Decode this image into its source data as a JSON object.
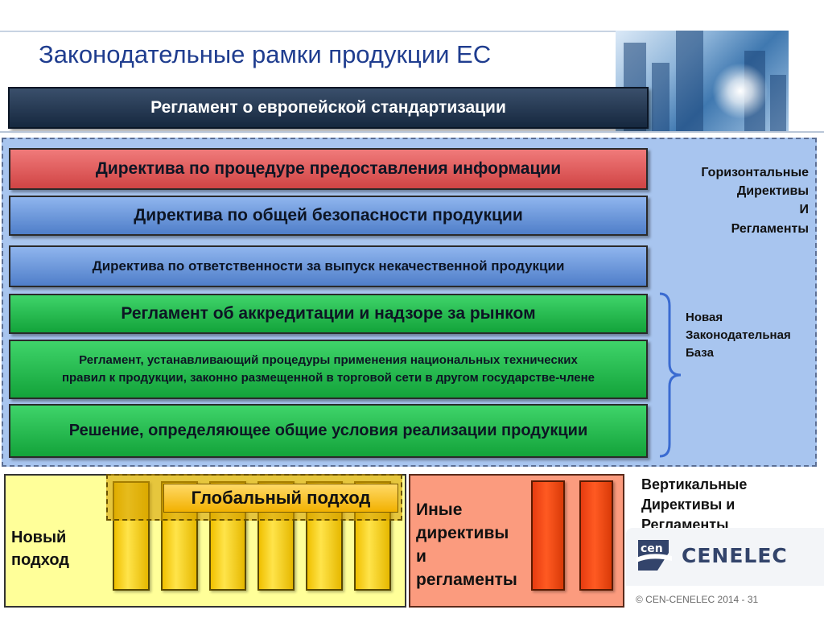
{
  "title": "Законодательные рамки продукции ЕС",
  "regulation_bar": "Регламент о европейской стандартизации",
  "bars": {
    "info_procedure": "Директива по процедуре предоставления информации",
    "product_safety": "Директива по общей безопасности продукции",
    "liability": "Директива по ответственности  за выпуск некачественной продукции",
    "accreditation": "Регламент об аккредитации и надзоре за рынком",
    "mutual_recognition_line1": "Регламент, устанавливающий процедуры применения национальных технических",
    "mutual_recognition_line2": "правил к продукции, законно размещенной в торговой сети в другом государстве-члене",
    "marketing_decision": "Решение, определяющее общие условия реализации продукции"
  },
  "horizontal_label": {
    "line1": "Горизонтальные",
    "line2": "Директивы",
    "line3": "И",
    "line4": "Регламенты"
  },
  "new_legislative_framework": {
    "line1": "Новая",
    "line2": "Законодательная",
    "line3": "База"
  },
  "global_approach": "Глобальный подход",
  "new_approach": {
    "line1": "Новый",
    "line2": "подход"
  },
  "other": {
    "line1": "Иные",
    "line2": "директивы",
    "line3": "и",
    "line4": "регламенты"
  },
  "vertical_label": {
    "line1": "Вертикальные",
    "line2": "Директивы и",
    "line3": "Регламенты"
  },
  "logo": {
    "cen": "cen",
    "cenelec": "CENELEC"
  },
  "footer": "© CEN-CENELEC 2014 - 31",
  "colors": {
    "title": "#1f3d8f",
    "red_bar": "#d04444",
    "blue_bar": "#4f7ec9",
    "green_bar": "#13a33a",
    "main_area": "#a8c5ef",
    "new_approach_box": "#ffff99",
    "pillar_yellow": "#ffe44a",
    "other_box": "#fb9b7e",
    "pillar_red": "#ff5a22"
  }
}
